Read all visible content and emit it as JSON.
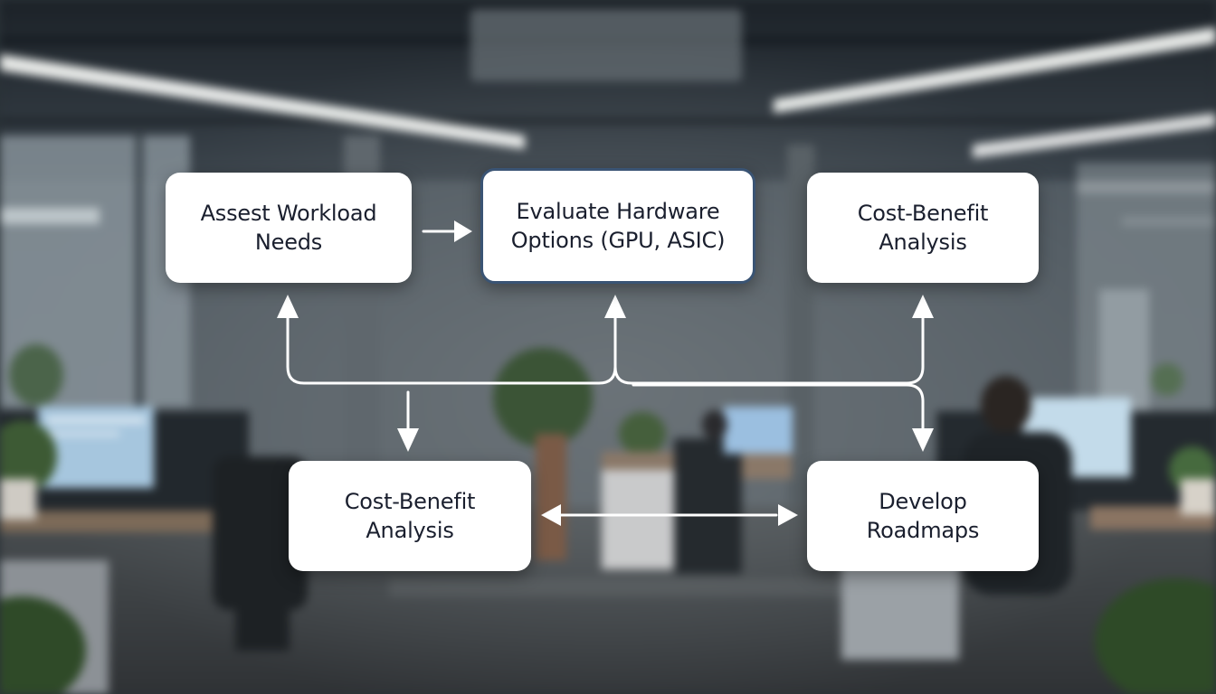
{
  "diagram": {
    "nodes": [
      {
        "id": "assess",
        "label": "Assest Workload\nNeeds"
      },
      {
        "id": "evaluate",
        "label": "Evaluate Hardware\nOptions (GPU, ASIC)"
      },
      {
        "id": "cba_top",
        "label": "Cost-Benefit\nAnalysis"
      },
      {
        "id": "cba_bottom",
        "label": "Cost-Benefit\nAnalysis"
      },
      {
        "id": "roadmap",
        "label": "Develop\nRoadmaps"
      }
    ],
    "connectors": [
      {
        "from": "assess",
        "to": "evaluate",
        "style": "single-arrow"
      },
      {
        "from": "network",
        "to": "assess",
        "style": "single-arrow"
      },
      {
        "from": "network",
        "to": "evaluate",
        "style": "single-arrow"
      },
      {
        "from": "network",
        "to": "cba_top",
        "style": "single-arrow"
      },
      {
        "from": "network",
        "to": "cba_bottom",
        "style": "single-arrow"
      },
      {
        "from": "network",
        "to": "roadmap",
        "style": "single-arrow"
      },
      {
        "from": "cba_bottom",
        "to": "roadmap",
        "style": "double-arrow"
      }
    ],
    "colors": {
      "box_fill": "#ffffff",
      "box_text": "#1a1f2e",
      "highlight_border": "#3a5474",
      "connector": "#ffffff"
    }
  }
}
